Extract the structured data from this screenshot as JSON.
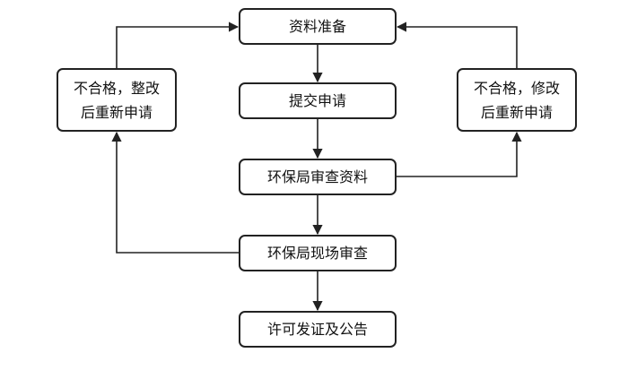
{
  "nodes": {
    "prepare": "资料准备",
    "submit": "提交申请",
    "review_docs": "环保局审查资料",
    "site_review": "环保局现场审查",
    "permit": "许可发证及公告",
    "reject_left": {
      "line1": "不合格，整改",
      "line2": "后重新申请"
    },
    "reject_right": {
      "line1": "不合格，修改",
      "line2": "后重新申请"
    }
  },
  "edges": [
    {
      "from": "prepare",
      "to": "submit"
    },
    {
      "from": "submit",
      "to": "review_docs"
    },
    {
      "from": "review_docs",
      "to": "site_review"
    },
    {
      "from": "site_review",
      "to": "permit"
    },
    {
      "from": "review_docs",
      "to": "reject_right"
    },
    {
      "from": "reject_right",
      "to": "prepare"
    },
    {
      "from": "site_review",
      "to": "reject_left"
    },
    {
      "from": "reject_left",
      "to": "prepare"
    }
  ],
  "colors": {
    "stroke": "#222222",
    "text": "#111111",
    "background": "#ffffff"
  }
}
